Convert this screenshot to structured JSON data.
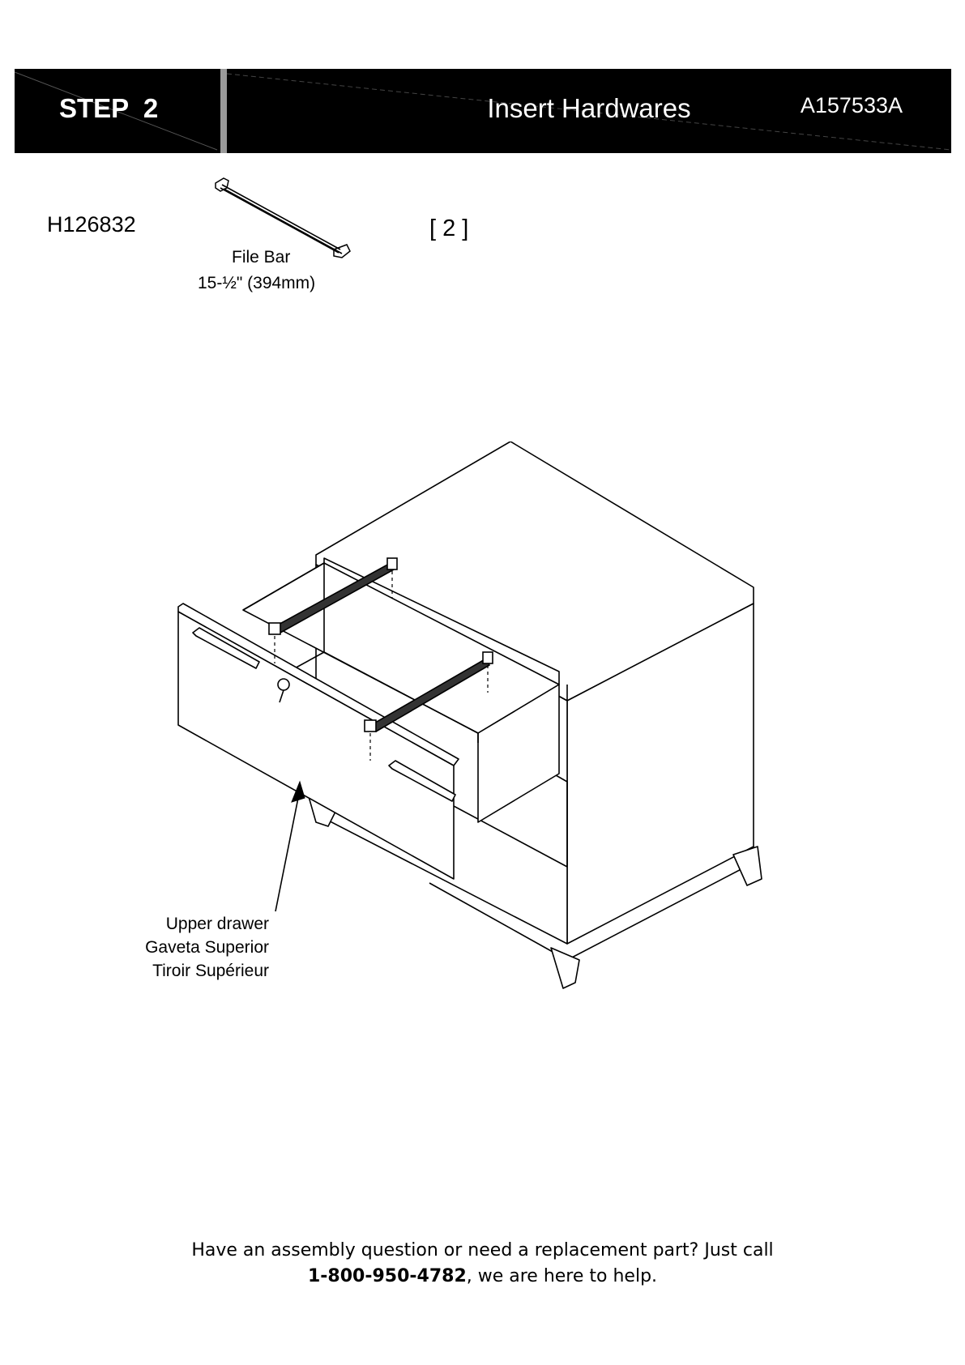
{
  "header": {
    "step_label": "STEP  2",
    "title": "Insert Hardwares",
    "model_code": "A157533A"
  },
  "part": {
    "number": "H126832",
    "name": "File Bar",
    "size": "15-½\"  (394mm)",
    "quantity": "[ 2 ]",
    "icon": "file-bar-icon"
  },
  "callout": {
    "line_en": "Upper drawer",
    "line_es": "Gaveta Superior",
    "line_fr": "Tiroir Supérieur"
  },
  "footer": {
    "line1": "Have an assembly question or need a replacement part? Just call",
    "phone": "1-800-950-4782",
    "line2_rest": ", we are here to help."
  }
}
